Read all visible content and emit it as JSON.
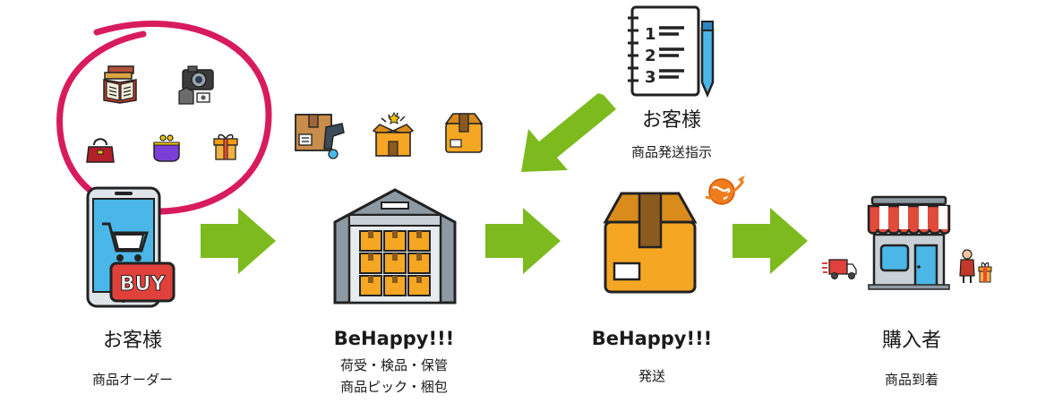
{
  "steps": [
    {
      "title": "お客様",
      "sub": [
        "商品オーダー"
      ]
    },
    {
      "title": "BeHappy!!!",
      "sub": [
        "荷受・検品・保管",
        "商品ピック・梱包"
      ]
    },
    {
      "title": "BeHappy!!!",
      "sub": [
        "発送"
      ]
    },
    {
      "title": "購入者",
      "sub": [
        "商品到着"
      ]
    }
  ],
  "instruction": {
    "title": "お客様",
    "sub": "商品発送指示",
    "checklist_numbers": [
      "1",
      "2",
      "3"
    ]
  },
  "phone_badge": "BUY",
  "colors": {
    "arrow": "#7dba1e",
    "highlight_circle": "#d81b5c",
    "box": "#f5a623",
    "awning": "#e04b3a"
  }
}
